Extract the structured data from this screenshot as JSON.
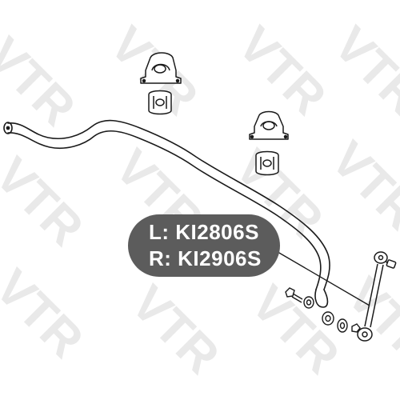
{
  "watermark": {
    "text": "VTR",
    "color": "#e9e9e9"
  },
  "callout": {
    "left_label": "L: KI2806S",
    "right_label": "R: KI2906S",
    "background": "#5c5c5c",
    "text_color": "#ffffff"
  },
  "parts": [
    "stabilizer-bar",
    "bushing-bracket",
    "rubber-bushing",
    "stabilizer-link",
    "bolt",
    "washer",
    "nut"
  ],
  "line_color": "#1a1a1a"
}
